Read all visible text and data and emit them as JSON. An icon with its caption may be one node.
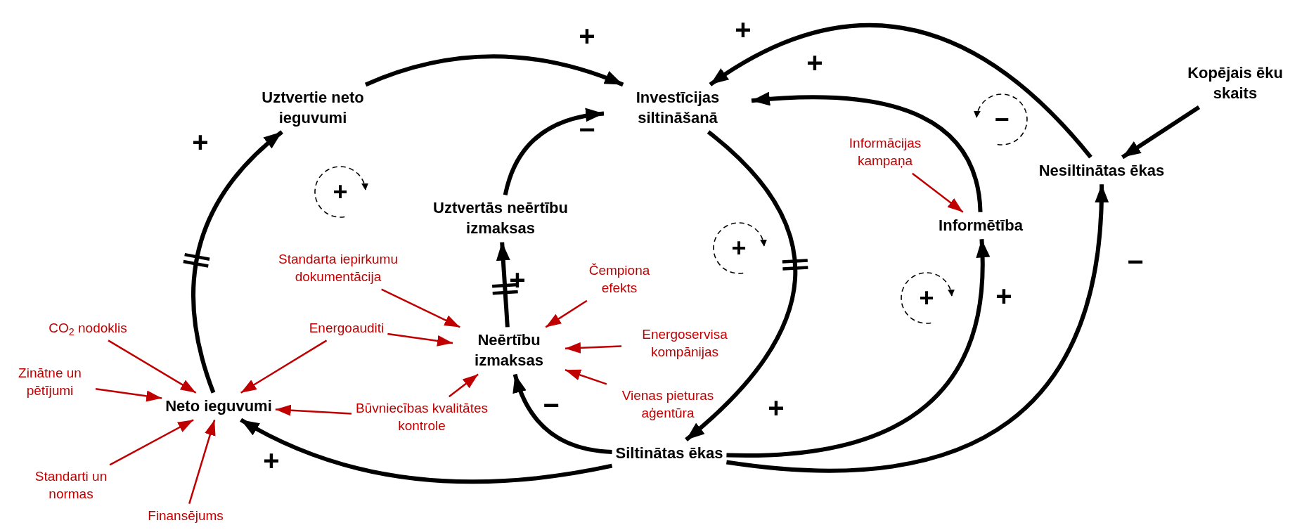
{
  "diagram": {
    "nodes": [
      {
        "text": [
          "Uztvertie neto ieguvumi"
        ]
      },
      {
        "text": [
          "Investīcijas siltināšanā"
        ]
      },
      {
        "text": [
          "Kopējais ēku skaits"
        ]
      },
      {
        "text": [
          "Nesiltinātas ēkas"
        ]
      },
      {
        "text": [
          "Informētība"
        ]
      },
      {
        "text": [
          "Uztvertās neērtību izmaksas"
        ]
      },
      {
        "text": [
          "Neērtību izmaksas"
        ]
      },
      {
        "text": [
          "Neto ieguvumi"
        ]
      },
      {
        "text": [
          "Siltinātas ēkas"
        ]
      },
      {
        "text": [
          "Standarta iepirkumu dokumentācija"
        ]
      },
      {
        "text": [
          "Čempiona efekts"
        ]
      },
      {
        "text": [
          "Energoauditi"
        ]
      },
      {
        "text": [
          "CO$_{2}$ nodoklis"
        ]
      },
      {
        "text": [
          "Zinātne un pētījumi"
        ]
      },
      {
        "text": [
          "Energoservisa kompānijas"
        ]
      },
      {
        "text": [
          "Vienas pieturas aģentūra"
        ]
      },
      {
        "text": [
          "Būvniecības kvalitātes kontrole"
        ]
      },
      {
        "text": [
          "Standarti un normas"
        ]
      },
      {
        "text": [
          "Finansējums"
        ]
      },
      {
        "text": [
          "Informācijas kampaņa"
        ]
      }
    ],
    "edges": [
      {
        "from": 7,
        "to": 0,
        "arrow": "to",
        "label": "+",
        "style": "thick",
        "color": "#000000"
      },
      {
        "from": 0,
        "to": 1,
        "arrow": "to",
        "label": "+",
        "style": "thick",
        "color": "#000000"
      },
      {
        "from": 5,
        "to": 1,
        "arrow": "to",
        "label": "−",
        "style": "thick",
        "color": "#000000"
      },
      {
        "from": 6,
        "to": 5,
        "arrow": "to",
        "label": "+",
        "style": "thick",
        "color": "#000000"
      },
      {
        "from": 8,
        "to": 6,
        "arrow": "to",
        "label": "−",
        "style": "thick",
        "color": "#000000"
      },
      {
        "from": 8,
        "to": 7,
        "arrow": "to",
        "label": "+",
        "style": "thick",
        "color": "#000000"
      },
      {
        "from": 1,
        "to": 8,
        "arrow": "to",
        "label": "+",
        "style": "thick",
        "color": "#000000"
      },
      {
        "from": 8,
        "to": 4,
        "arrow": "to",
        "label": "+",
        "style": "thick",
        "color": "#000000"
      },
      {
        "from": 4,
        "to": 1,
        "arrow": "to",
        "label": "+",
        "style": "thick",
        "color": "#000000"
      },
      {
        "from": 3,
        "to": 1,
        "arrow": "to",
        "label": "+",
        "style": "thick",
        "color": "#000000"
      },
      {
        "from": 2,
        "to": 3,
        "arrow": "to",
        "style": "thick",
        "color": "#000000"
      },
      {
        "from": 8,
        "to": 3,
        "arrow": "to",
        "label": "−",
        "style": "thick",
        "color": "#000000"
      },
      {
        "from": 9,
        "to": 6,
        "arrow": "to"
      },
      {
        "from": 10,
        "to": 6,
        "arrow": "to"
      },
      {
        "from": 11,
        "to": 6,
        "arrow": "to"
      },
      {
        "from": 11,
        "to": 7,
        "arrow": "to"
      },
      {
        "from": 12,
        "to": 7,
        "arrow": "to"
      },
      {
        "from": 13,
        "to": 7,
        "arrow": "to"
      },
      {
        "from": 14,
        "to": 6,
        "arrow": "to"
      },
      {
        "from": 15,
        "to": 6,
        "arrow": "to"
      },
      {
        "from": 16,
        "to": 6,
        "arrow": "to"
      },
      {
        "from": 16,
        "to": 7,
        "arrow": "to"
      },
      {
        "from": 17,
        "to": 7,
        "arrow": "to"
      },
      {
        "from": 18,
        "to": 7,
        "arrow": "to"
      },
      {
        "from": 19,
        "to": 4,
        "arrow": "to"
      }
    ],
    "labels": [
      "−",
      "+",
      "+",
      "+"
    ]
  }
}
